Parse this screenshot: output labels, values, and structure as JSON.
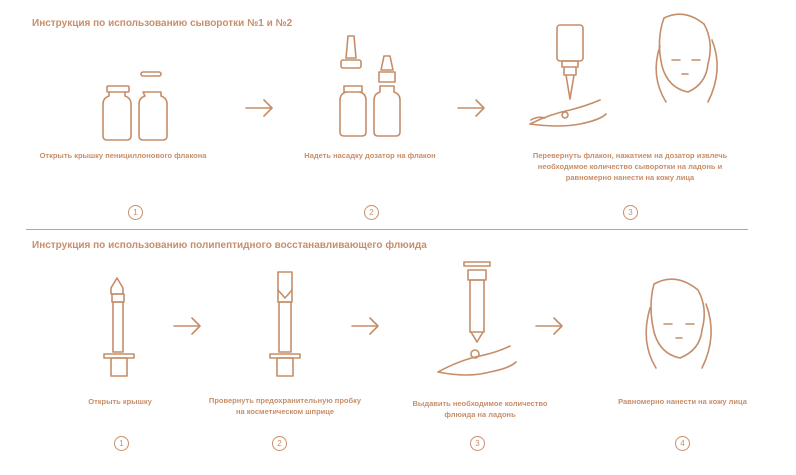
{
  "section1": {
    "title": "Инструкция по использованию сыворотки №1 и №2",
    "steps": [
      {
        "caption": "Открыть крышку пенициллонового флакона",
        "number": "1"
      },
      {
        "caption": "Надеть насадку дозатор на флакон",
        "number": "2"
      },
      {
        "caption": "Перевернуть флакон, нажатием на дозатор извлечь\nнеобходимое количество сыворотки на ладонь и\nравномерно нанести на кожу лица",
        "number": "3"
      }
    ]
  },
  "section2": {
    "title": "Инструкция  по использованию полипептидного восстанавливающего флюида",
    "steps": [
      {
        "caption": "Открыть крышку",
        "number": "1"
      },
      {
        "caption": "Провернуть предохранительную пробку\nна косметическом шприце",
        "number": "2"
      },
      {
        "caption": "Выдавить необходимое количество\nфлюида на ладонь",
        "number": "3"
      },
      {
        "caption": "Равномерно нанести на кожу лица",
        "number": "4"
      }
    ]
  },
  "colors": {
    "accent": "#c58d69",
    "text": "#c88e6a",
    "divider": "#d49c78"
  },
  "icons": [
    "vial-cap-icon",
    "vial-icon",
    "arrow-right-icon",
    "dropper-bottle-icon",
    "hand-icon",
    "face-icon",
    "syringe-icon"
  ]
}
